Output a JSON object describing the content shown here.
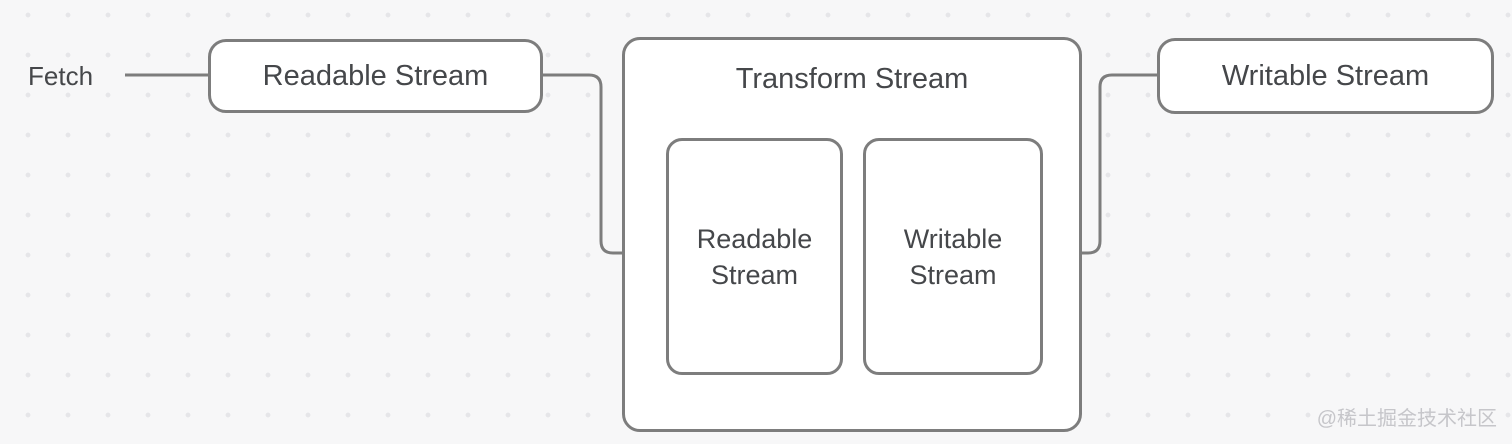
{
  "diagram": {
    "fetch_label": "Fetch",
    "readable_node": {
      "label": "Readable Stream"
    },
    "transform_node": {
      "label": "Transform Stream",
      "inner_readable": {
        "label": "Readable\nStream"
      },
      "inner_writable": {
        "label": "Writable\nStream"
      }
    },
    "writable_node": {
      "label": "Writable Stream"
    }
  },
  "watermark": {
    "text": "@稀土掘金技术社区"
  },
  "colors": {
    "bg": "#f7f7f8",
    "dot": "#e6e6e9",
    "border": "#7d7d7d",
    "connector": "#7d7d7d",
    "node_fill": "#ffffff",
    "text": "#45474a",
    "watermark": "#c6c6ca"
  }
}
